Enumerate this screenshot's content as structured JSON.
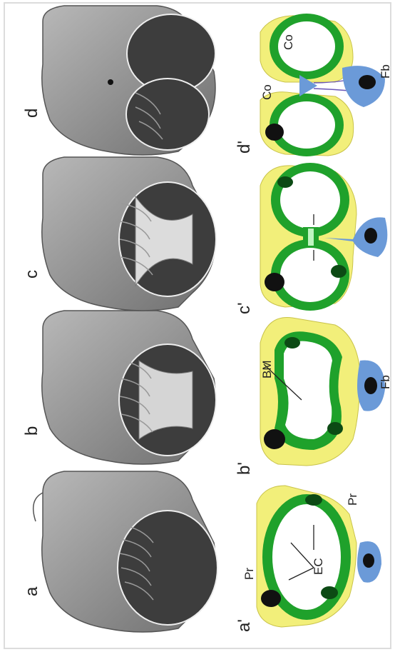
{
  "figure": {
    "panels": [
      "a",
      "b",
      "c",
      "d"
    ],
    "schematics": [
      "a'",
      "b'",
      "c'",
      "d'"
    ],
    "annotations": {
      "ec": "EC",
      "pr_left": "Pr",
      "pr_right": "Pr",
      "bm": "BM",
      "fb_b": "Fb",
      "fb_d": "Fb",
      "co_top": "Co",
      "co_bottom": "Co"
    },
    "colors": {
      "endothelium": "#1fa12b",
      "pericyte": "#f2ef7a",
      "fibroblast": "#6b9ad8",
      "nucleus": "#111111",
      "rendering": "#8a8a8a"
    }
  }
}
